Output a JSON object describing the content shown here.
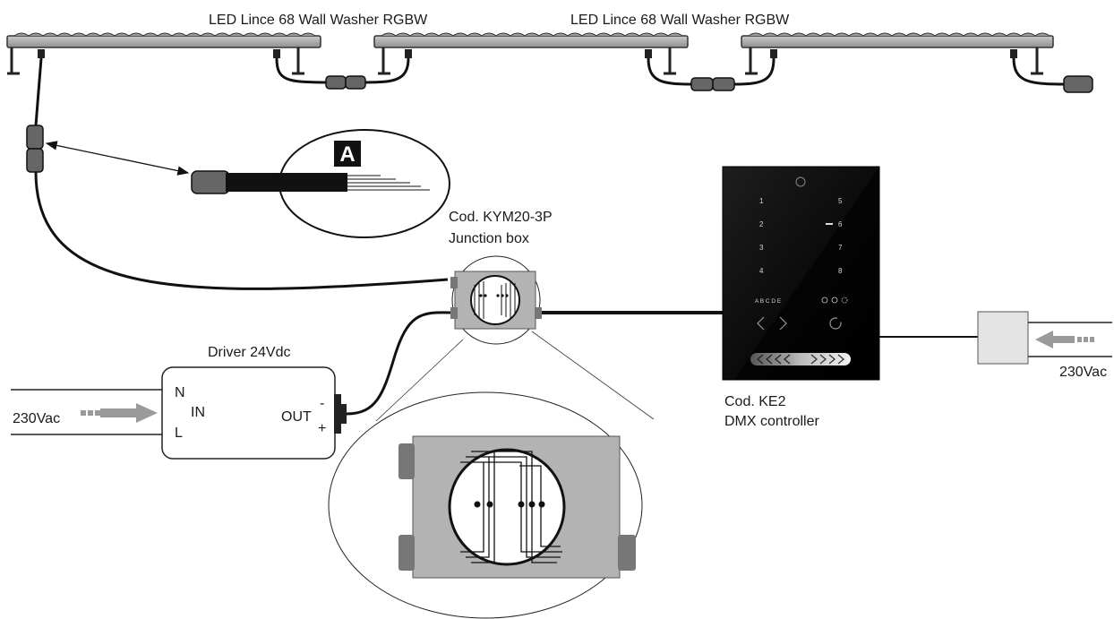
{
  "fixtures": {
    "label_1": "LED Lince 68 Wall Washer RGBW",
    "label_2": "LED Lince 68 Wall Washer RGBW"
  },
  "detail_a": {
    "badge": "A"
  },
  "junction_box": {
    "code": "Cod. KYM20-3P",
    "name": "Junction box"
  },
  "driver": {
    "title": "Driver 24Vdc",
    "input_n": "N",
    "input_in": "IN",
    "input_l": "L",
    "output_out": "OUT",
    "output_minus": "-",
    "output_plus": "+"
  },
  "mains_left": {
    "label": "230Vac"
  },
  "mains_right": {
    "label": "230Vac"
  },
  "controller": {
    "code": "Cod. KE2",
    "name": "DMX controller",
    "keys_left": [
      "1",
      "2",
      "3",
      "4"
    ],
    "keys_right": [
      "5",
      "6",
      "7",
      "8"
    ],
    "scenes": "A B C D E"
  }
}
